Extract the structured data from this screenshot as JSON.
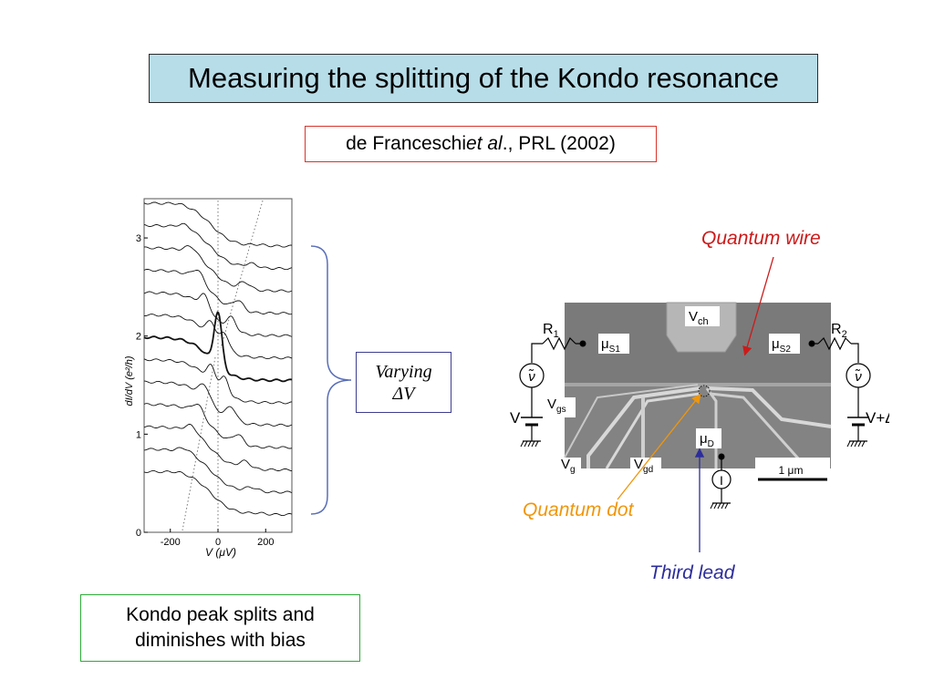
{
  "slide": {
    "title": "Measuring the splitting of the Kondo resonance",
    "citation": {
      "authors": "de Franceschi ",
      "et_al": "et al",
      "rest": "., PRL (2002)"
    },
    "summary": {
      "line1": "Kondo peak splits and",
      "line2": "diminishes with bias"
    },
    "varying": {
      "line1": "Varying",
      "line2": "ΔV"
    }
  },
  "plot": {
    "ylabel": "dI/dV (e²/h)",
    "xlabel": "V (μV)",
    "yticks": [
      "0",
      "1",
      "2",
      "3"
    ],
    "xticks": [
      "-200",
      "0",
      "200"
    ],
    "xlim": [
      -310,
      310
    ],
    "ylim": [
      0,
      3.4
    ],
    "curves": 13,
    "bold_curve_index": 7,
    "note": "Family of 13 offset dI/dV traces; the zero-bias Kondo peak splits into two peaks that move apart and shrink as ΔV increases."
  },
  "device": {
    "labels": {
      "quantum_wire": "Quantum wire",
      "quantum_dot": "Quantum dot",
      "third_lead": "Third lead",
      "vch": "V",
      "vch_sub": "ch",
      "r1": "R",
      "r1_sub": "1",
      "r2": "R",
      "r2_sub": "2",
      "mu_s1": "μ",
      "mu_s1_sub": "S1",
      "mu_s2": "μ",
      "mu_s2_sub": "S2",
      "mu_d": "μ",
      "mu_d_sub": "D",
      "vgs": "V",
      "vgs_sub": "gs",
      "vg": "V",
      "vg_sub": "g",
      "vgd": "V",
      "vgd_sub": "gd",
      "v_left": "V",
      "v_right": "V+ΔV",
      "nu_tilde": "ν̃",
      "current": "I",
      "scale": "1 μm"
    }
  },
  "colors": {
    "title_bg": "#b7dde8",
    "citation_border": "#d9332b",
    "summary_border": "#2eaa3a",
    "quantum_wire": "#cc1a1a",
    "quantum_dot": "#f0960a",
    "third_lead": "#2c2c9c",
    "brace": "#5a6fb8"
  }
}
